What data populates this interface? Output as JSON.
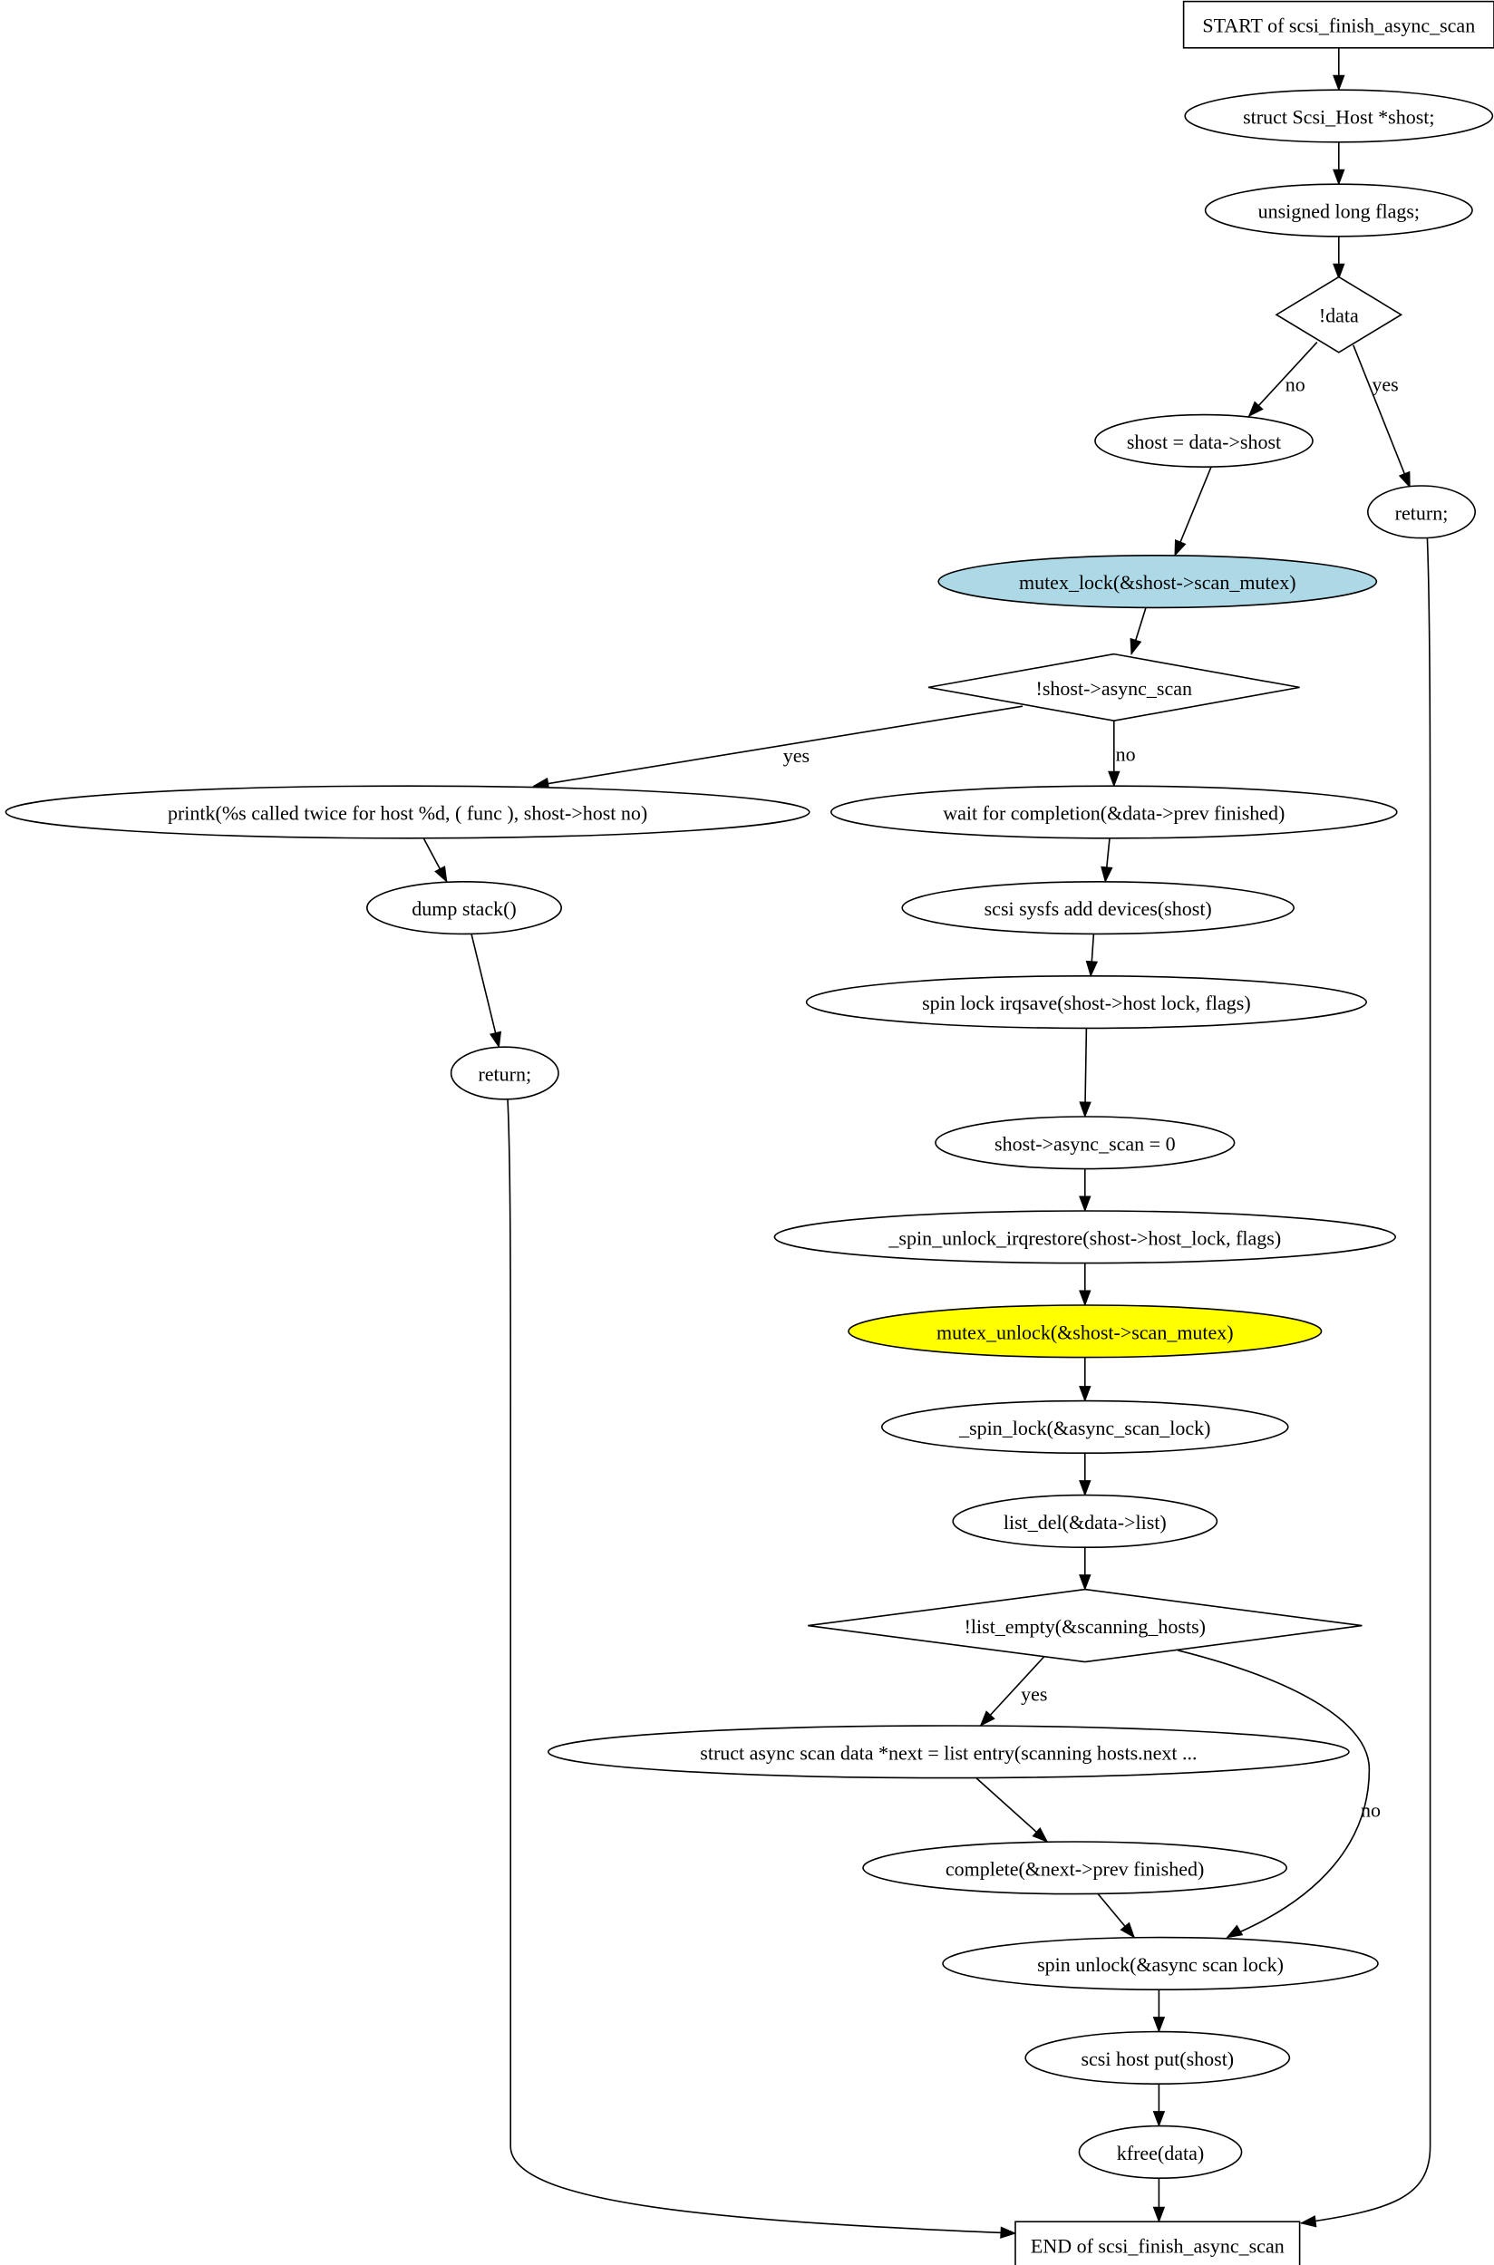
{
  "nodes": {
    "start": {
      "label": "START of scsi_finish_async_scan",
      "shape": "box",
      "fill": "#ffffff"
    },
    "decl_shost": {
      "label": "struct Scsi_Host *shost;",
      "shape": "ellipse",
      "fill": "#ffffff"
    },
    "decl_flags": {
      "label": "unsigned long flags;",
      "shape": "ellipse",
      "fill": "#ffffff"
    },
    "cond_data": {
      "label": "!data",
      "shape": "diamond",
      "fill": "#ffffff"
    },
    "assign_shost": {
      "label": "shost = data->shost",
      "shape": "ellipse",
      "fill": "#ffffff"
    },
    "return_1": {
      "label": "return;",
      "shape": "ellipse",
      "fill": "#ffffff"
    },
    "mutex_lock": {
      "label": "mutex_lock(&shost->scan_mutex)",
      "shape": "ellipse",
      "fill": "#add8e6"
    },
    "cond_async_scan": {
      "label": "!shost->async_scan",
      "shape": "diamond",
      "fill": "#ffffff"
    },
    "printk": {
      "label": "printk(%s called twice for host %d, (    func    ), shost->host  no)",
      "shape": "ellipse",
      "fill": "#ffffff"
    },
    "wait_completion": {
      "label": "wait  for  completion(&data->prev  finished)",
      "shape": "ellipse",
      "fill": "#ffffff"
    },
    "dump_stack": {
      "label": "dump  stack()",
      "shape": "ellipse",
      "fill": "#ffffff"
    },
    "sysfs_add": {
      "label": "scsi  sysfs  add  devices(shost)",
      "shape": "ellipse",
      "fill": "#ffffff"
    },
    "return_2": {
      "label": "return;",
      "shape": "ellipse",
      "fill": "#ffffff"
    },
    "spin_lock_irqsave": {
      "label": "spin  lock  irqsave(shost->host  lock, flags)",
      "shape": "ellipse",
      "fill": "#ffffff"
    },
    "async_scan_zero": {
      "label": "shost->async_scan = 0",
      "shape": "ellipse",
      "fill": "#ffffff"
    },
    "spin_unlock_irqrestore": {
      "label": "_spin_unlock_irqrestore(shost->host_lock, flags)",
      "shape": "ellipse",
      "fill": "#ffffff"
    },
    "mutex_unlock": {
      "label": "mutex_unlock(&shost->scan_mutex)",
      "shape": "ellipse",
      "fill": "#ffff00"
    },
    "spin_lock_async": {
      "label": "_spin_lock(&async_scan_lock)",
      "shape": "ellipse",
      "fill": "#ffffff"
    },
    "list_del": {
      "label": "list_del(&data->list)",
      "shape": "ellipse",
      "fill": "#ffffff"
    },
    "cond_list_empty": {
      "label": "!list_empty(&scanning_hosts)",
      "shape": "diamond",
      "fill": "#ffffff"
    },
    "next_entry": {
      "label": "struct async  scan  data *next = list  entry(scanning  hosts.next ...",
      "shape": "ellipse",
      "fill": "#ffffff"
    },
    "complete_next": {
      "label": "complete(&next->prev  finished)",
      "shape": "ellipse",
      "fill": "#ffffff"
    },
    "spin_unlock_async": {
      "label": "spin  unlock(&async  scan  lock)",
      "shape": "ellipse",
      "fill": "#ffffff"
    },
    "host_put": {
      "label": "scsi  host  put(shost)",
      "shape": "ellipse",
      "fill": "#ffffff"
    },
    "kfree": {
      "label": "kfree(data)",
      "shape": "ellipse",
      "fill": "#ffffff"
    },
    "end": {
      "label": "END of scsi_finish_async_scan",
      "shape": "box",
      "fill": "#ffffff"
    }
  },
  "edges": [
    {
      "from": "start",
      "to": "decl_shost",
      "label": ""
    },
    {
      "from": "decl_shost",
      "to": "decl_flags",
      "label": ""
    },
    {
      "from": "decl_flags",
      "to": "cond_data",
      "label": ""
    },
    {
      "from": "cond_data",
      "to": "assign_shost",
      "label": "no"
    },
    {
      "from": "cond_data",
      "to": "return_1",
      "label": "yes"
    },
    {
      "from": "assign_shost",
      "to": "mutex_lock",
      "label": ""
    },
    {
      "from": "mutex_lock",
      "to": "cond_async_scan",
      "label": ""
    },
    {
      "from": "cond_async_scan",
      "to": "printk",
      "label": "yes"
    },
    {
      "from": "cond_async_scan",
      "to": "wait_completion",
      "label": "no"
    },
    {
      "from": "printk",
      "to": "dump_stack",
      "label": ""
    },
    {
      "from": "dump_stack",
      "to": "return_2",
      "label": ""
    },
    {
      "from": "wait_completion",
      "to": "sysfs_add",
      "label": ""
    },
    {
      "from": "sysfs_add",
      "to": "spin_lock_irqsave",
      "label": ""
    },
    {
      "from": "spin_lock_irqsave",
      "to": "async_scan_zero",
      "label": ""
    },
    {
      "from": "async_scan_zero",
      "to": "spin_unlock_irqrestore",
      "label": ""
    },
    {
      "from": "spin_unlock_irqrestore",
      "to": "mutex_unlock",
      "label": ""
    },
    {
      "from": "mutex_unlock",
      "to": "spin_lock_async",
      "label": ""
    },
    {
      "from": "spin_lock_async",
      "to": "list_del",
      "label": ""
    },
    {
      "from": "list_del",
      "to": "cond_list_empty",
      "label": ""
    },
    {
      "from": "cond_list_empty",
      "to": "next_entry",
      "label": "yes"
    },
    {
      "from": "cond_list_empty",
      "to": "spin_unlock_async",
      "label": "no"
    },
    {
      "from": "next_entry",
      "to": "complete_next",
      "label": ""
    },
    {
      "from": "complete_next",
      "to": "spin_unlock_async",
      "label": ""
    },
    {
      "from": "spin_unlock_async",
      "to": "host_put",
      "label": ""
    },
    {
      "from": "host_put",
      "to": "kfree",
      "label": ""
    },
    {
      "from": "kfree",
      "to": "end",
      "label": ""
    },
    {
      "from": "return_2",
      "to": "end",
      "label": ""
    },
    {
      "from": "return_1",
      "to": "end",
      "label": ""
    }
  ]
}
